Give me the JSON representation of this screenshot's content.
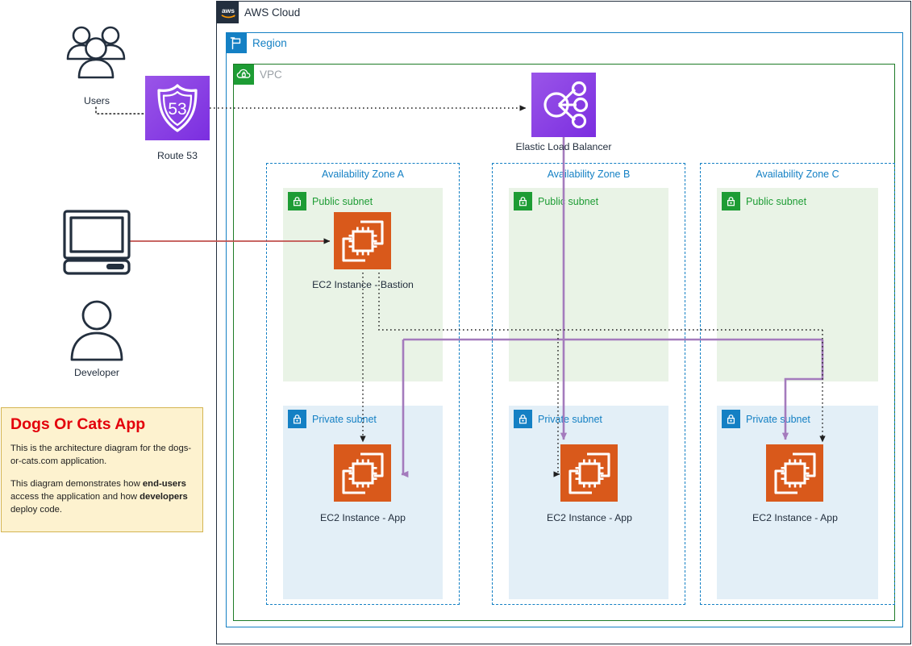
{
  "diagram": {
    "containers": {
      "cloud": {
        "label": "AWS Cloud",
        "icon": "aws-logo-icon",
        "color": "#232f3e"
      },
      "region": {
        "label": "Region",
        "icon": "region-flag-icon",
        "color": "#1480c4"
      },
      "vpc": {
        "label": "VPC",
        "icon": "vpc-cloud-icon",
        "color": "#1d7b27"
      }
    },
    "availability_zones": [
      {
        "title": "Availability Zone A",
        "public_subnet": {
          "label": "Public subnet",
          "icon": "lock-icon",
          "color": "#1d9c34"
        },
        "private_subnet": {
          "label": "Private subnet",
          "icon": "lock-icon",
          "color": "#1480c4"
        },
        "public_node": {
          "label": "EC2 Instance - Bastion",
          "icon": "ec2-instance-icon"
        },
        "private_node": {
          "label": "EC2 Instance - App",
          "icon": "ec2-instance-icon"
        }
      },
      {
        "title": "Availability Zone B",
        "public_subnet": {
          "label": "Public subnet",
          "icon": "lock-icon",
          "color": "#1d9c34"
        },
        "private_subnet": {
          "label": "Private subnet",
          "icon": "lock-icon",
          "color": "#1480c4"
        },
        "public_node": null,
        "private_node": {
          "label": "EC2 Instance - App",
          "icon": "ec2-instance-icon"
        }
      },
      {
        "title": "Availability Zone C",
        "public_subnet": {
          "label": "Public subnet",
          "icon": "lock-icon",
          "color": "#1d9c34"
        },
        "private_subnet": {
          "label": "Private subnet",
          "icon": "lock-icon",
          "color": "#1480c4"
        },
        "public_node": null,
        "private_node": {
          "label": "EC2 Instance - App",
          "icon": "ec2-instance-icon"
        }
      }
    ],
    "services": {
      "route53": {
        "label": "Route 53",
        "icon": "route53-shield-icon",
        "badge_text": "53",
        "color": "#7b2ee0"
      },
      "elb": {
        "label": "Elastic Load Balancer",
        "icon": "elastic-load-balancer-icon",
        "color": "#7b2ee0"
      }
    },
    "actors": {
      "users": {
        "label": "Users",
        "icon": "users-group-icon"
      },
      "developer": {
        "label": "Developer",
        "icon": "person-icon"
      },
      "workstation": {
        "label": "",
        "icon": "desktop-computer-icon"
      }
    },
    "note": {
      "title": "Dogs Or Cats App",
      "paragraph1": "This is the architecture diagram for the dogs-or-cats.com application.",
      "paragraph2_part1": "This diagram demonstrates how ",
      "paragraph2_bold1": "end-users",
      "paragraph2_part2": " access the application and how ",
      "paragraph2_bold2": "developers",
      "paragraph2_part3": " deploy code.",
      "title_color": "#e3000b",
      "background_color": "#fdf2cf"
    },
    "connections": {
      "users_to_route53": "dotted",
      "route53_to_elb": "dotted-arrow",
      "developer_to_bastion": "solid-red",
      "bastion_to_apps": "dotted-arrow",
      "elb_to_apps": "solid-purple-arrow"
    },
    "colors": {
      "ec2_orange": "#d9591b",
      "purple": "#7b2ee0",
      "purple_line": "#a47bbd",
      "red_line": "#c0504d",
      "public_subnet_bg": "#e9f3e6",
      "private_subnet_bg": "#e3eff7",
      "aws_navy": "#232f3e"
    }
  }
}
